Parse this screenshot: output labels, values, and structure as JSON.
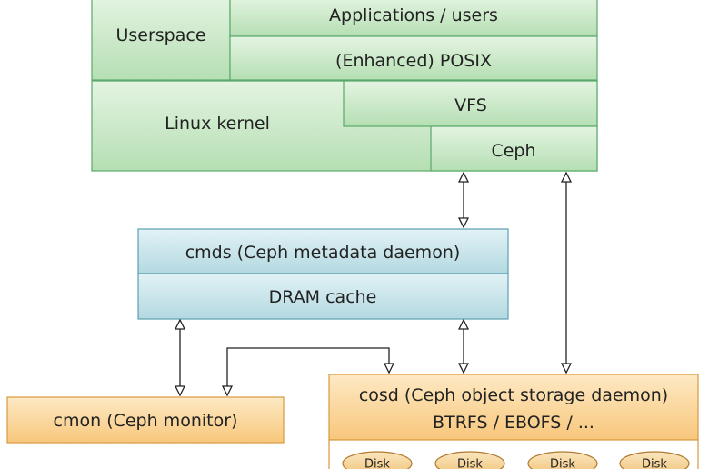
{
  "client_stack": {
    "userspace": "Userspace",
    "applications": "Applications / users",
    "posix": "(Enhanced) POSIX",
    "kernel": "Linux kernel",
    "vfs": "VFS",
    "ceph": "Ceph"
  },
  "mds": {
    "title": "cmds (Ceph metadata daemon)",
    "cache": "DRAM cache"
  },
  "monitor": {
    "title": "cmon (Ceph monitor)"
  },
  "osd": {
    "title": "cosd (Ceph object storage daemon)",
    "fs": "BTRFS / EBOFS / ...",
    "disks": [
      "Disk",
      "Disk",
      "Disk",
      "Disk"
    ]
  },
  "colors": {
    "green_fill": "#c6e8c4",
    "green_stroke": "#5aa86a",
    "blue_fill": "#c3e2e8",
    "blue_stroke": "#5aa0b0",
    "orange_fill": "#fbd9a0",
    "orange_stroke": "#d79a40",
    "disk_fill": "#f6d7a0",
    "arrow": "#222222"
  }
}
